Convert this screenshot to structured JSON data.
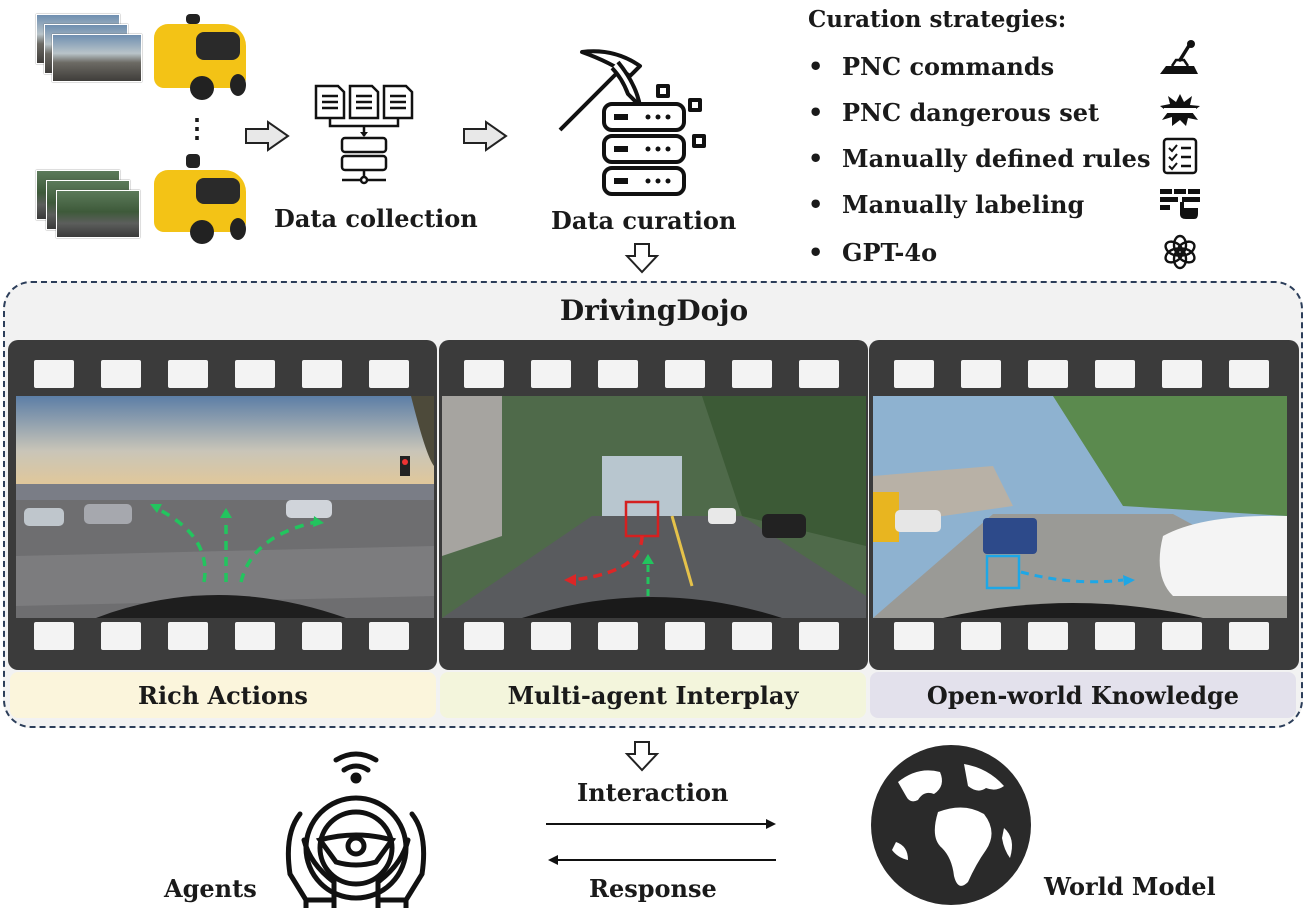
{
  "pipeline": {
    "collection_label": "Data collection",
    "curation_label": "Data curation",
    "ellipsis": "⋮"
  },
  "curation": {
    "heading": "Curation strategies:",
    "bullet": "•",
    "items": [
      {
        "label": "PNC commands",
        "icon": "joystick-icon"
      },
      {
        "label": "PNC dangerous set",
        "icon": "explosion-icon"
      },
      {
        "label": "Manually defined rules",
        "icon": "checklist-icon"
      },
      {
        "label": "Manually labeling",
        "icon": "hand-labeling-icon"
      },
      {
        "label": "GPT-4o",
        "icon": "openai-logo-icon"
      }
    ]
  },
  "dojo": {
    "title": "DrivingDojo",
    "panels": [
      {
        "caption": "Rich Actions",
        "caption_bg": "#fbf5dc"
      },
      {
        "caption": "Multi-agent Interplay",
        "caption_bg": "#f3f5dc"
      },
      {
        "caption": "Open-world Knowledge",
        "caption_bg": "#e3e1ec"
      }
    ]
  },
  "bottom": {
    "agents_label": "Agents",
    "world_label": "World Model",
    "interaction_label": "Interaction",
    "response_label": "Response"
  },
  "colors": {
    "panel_border": "#2c3e5a",
    "film": "#3b3b3b",
    "green_arrow": "#22c55e",
    "red_arrow": "#dc2626",
    "cyan_arrow": "#1ea7e6"
  }
}
